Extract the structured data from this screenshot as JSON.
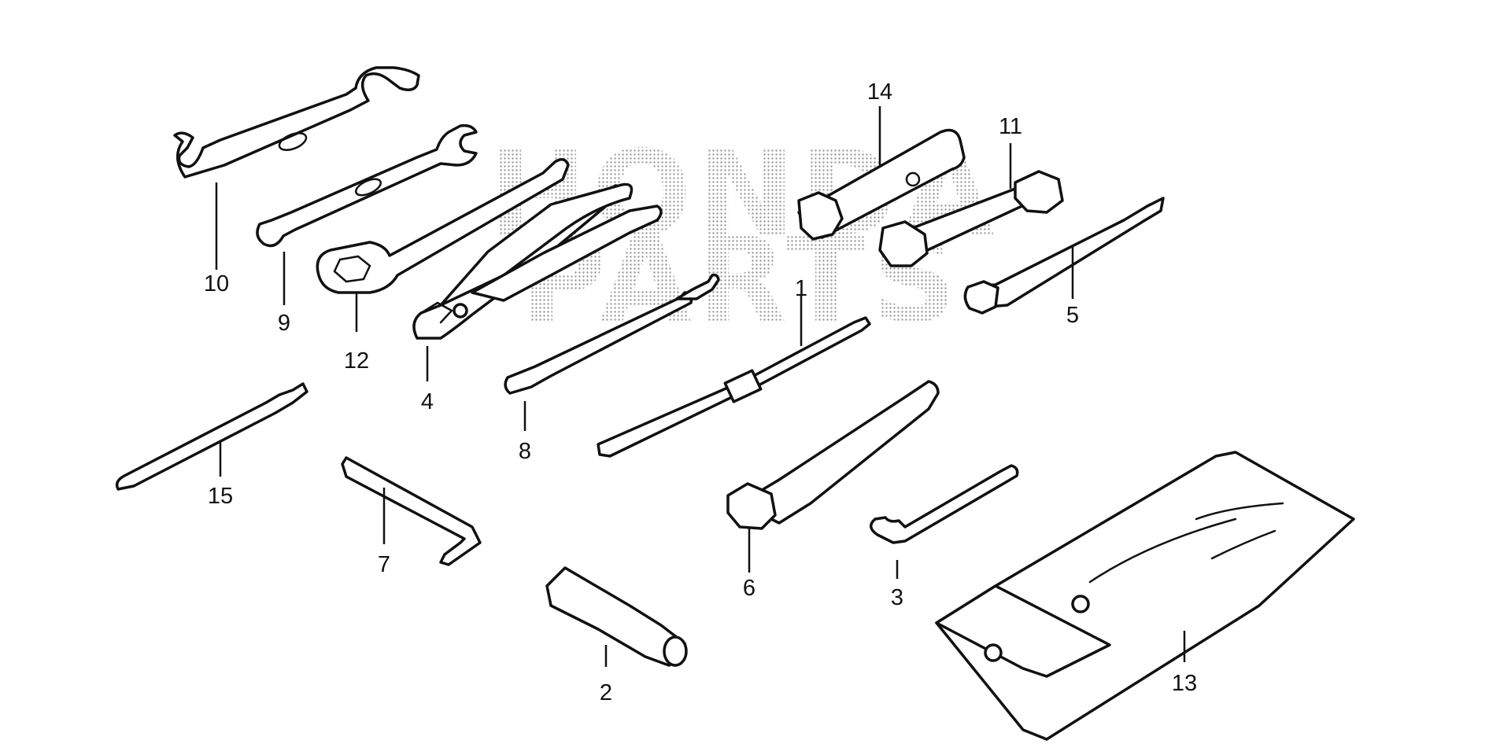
{
  "diagram": {
    "watermark": {
      "line1": "HONDA",
      "line2": "PARTS"
    },
    "callouts": [
      {
        "id": "c1",
        "label": "1"
      },
      {
        "id": "c2",
        "label": "2"
      },
      {
        "id": "c3",
        "label": "3"
      },
      {
        "id": "c4",
        "label": "4"
      },
      {
        "id": "c5",
        "label": "5"
      },
      {
        "id": "c6",
        "label": "6"
      },
      {
        "id": "c7",
        "label": "7"
      },
      {
        "id": "c8",
        "label": "8"
      },
      {
        "id": "c9",
        "label": "9"
      },
      {
        "id": "c10",
        "label": "10"
      },
      {
        "id": "c11",
        "label": "11"
      },
      {
        "id": "c12",
        "label": "12"
      },
      {
        "id": "c13",
        "label": "13"
      },
      {
        "id": "c14",
        "label": "14"
      },
      {
        "id": "c15",
        "label": "15"
      }
    ]
  }
}
